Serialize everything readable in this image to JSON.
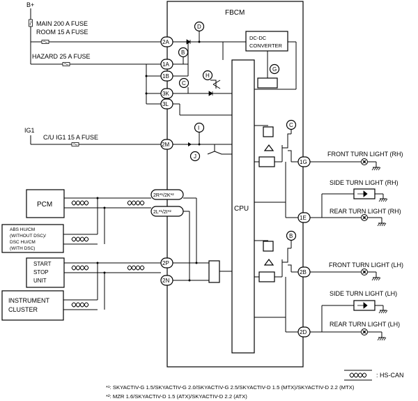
{
  "fbcm": {
    "title": "FBCM",
    "cpu": "CPU",
    "dcdc": [
      "DC-DC",
      "CONVERTER"
    ]
  },
  "power": {
    "bplus": "B+",
    "ig1": "IG1",
    "main_fuse": "MAIN 200 A FUSE",
    "room_fuse": "ROOM 15 A FUSE",
    "hazard_fuse": "HAZARD 25 A FUSE",
    "cu_fuse": "C/U IG1 15 A FUSE"
  },
  "terminals": {
    "t2A": "2A",
    "t1A": "1A",
    "t1B": "1B",
    "t3K": "3K",
    "t3L": "3L",
    "t2M": "2M",
    "t2R": "2R*¹/2K*²",
    "t2L": "2L*¹/2I*²",
    "t2P": "2P",
    "t2N": "2N",
    "t1G": "1G",
    "t1E": "1E",
    "t2B": "2B",
    "t2D": "2D"
  },
  "markers": {
    "D": "D",
    "B1": "B",
    "C1": "C",
    "H": "H",
    "G": "G",
    "I": "I",
    "J": "J",
    "C2": "C",
    "B2": "B"
  },
  "modules": {
    "pcm": "PCM",
    "abs": [
      "ABS HU/CM",
      "(WITHOUT DSC)/",
      "DSC HU/CM",
      "(WITH DSC)"
    ],
    "start_stop": [
      "START",
      "STOP",
      "UNIT"
    ],
    "cluster": [
      "INSTRUMENT",
      "CLUSTER"
    ]
  },
  "lights": {
    "front_rh": "FRONT TURN LIGHT (RH)",
    "side_rh": "SIDE TURN LIGHT (RH)",
    "rear_rh": "REAR TURN LIGHT (RH)",
    "front_lh": "FRONT TURN LIGHT (LH)",
    "side_lh": "SIDE TURN LIGHT (LH)",
    "rear_lh": "REAR TURN LIGHT (LH)"
  },
  "legend": {
    "hs_can": ": HS-CAN"
  },
  "footnotes": {
    "n1": "*¹: SKYACTIV-G 1.5/SKYACTIV-G 2.0/SKYACTIV-G 2.5/SKYACTIV-D 1.5 (MTX)/SKYACTIV-D 2.2 (MTX)",
    "n2": "*²: MZR 1.6/SKYACTIV-D 1.5 (ATX)/SKYACTIV-D 2.2 (ATX)"
  }
}
